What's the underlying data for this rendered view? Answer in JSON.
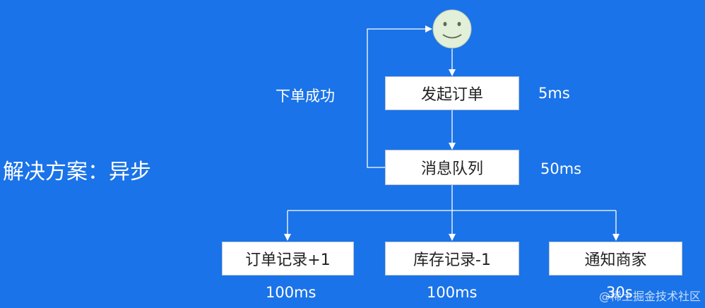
{
  "title": "解决方案：异步",
  "success_label": "下单成功",
  "actor_icon": "smiley-face-icon",
  "nodes": {
    "start": {
      "label": "发起订单",
      "time": "5ms"
    },
    "queue": {
      "label": "消息队列",
      "time": "50ms"
    },
    "order_record": {
      "label": "订单记录+1",
      "time": "100ms"
    },
    "inventory_record": {
      "label": "库存记录-1",
      "time": "100ms"
    },
    "notify_merchant": {
      "label": "通知商家",
      "time": "30s"
    }
  },
  "watermark": "@稀土掘金技术社区",
  "colors": {
    "background": "#1a73e8",
    "box": "#ffffff",
    "line": "#ffffff"
  }
}
